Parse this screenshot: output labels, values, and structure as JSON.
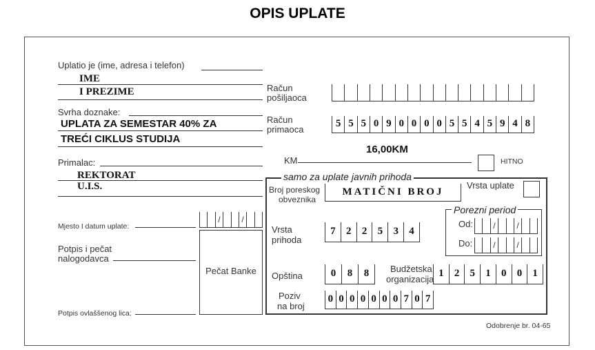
{
  "title": "OPIS UPLATE",
  "payer": {
    "label": "Uplatio je (ime, adresa i telefon)",
    "line1": "IME",
    "line2": "I PREZIME"
  },
  "purpose": {
    "label": "Svrha doznake:",
    "line1": "UPLATA ZA SEMESTAR 40% ZA",
    "line2": "TREĆI CIKLUS STUDIJA"
  },
  "recipient": {
    "label": "Primalac:",
    "line1": "REKTORAT",
    "line2": "U.I.S."
  },
  "place_date": {
    "label": "Mjesto I datum uplate:",
    "sep": [
      "/",
      "/"
    ]
  },
  "signature_payer": {
    "label_line1": "Potpis i pečat",
    "label_line2": "nalogodavca"
  },
  "bank_stamp": {
    "label": "Pečat Banke"
  },
  "signature_authorized": {
    "label": "Potpis ovlaššenog lica:"
  },
  "sender_account": {
    "label_line1": "Račun",
    "label_line2": "pošiljaoca",
    "digits": [
      "",
      "",
      "",
      "",
      "",
      "",
      "",
      "",
      "",
      "",
      "",
      "",
      "",
      "",
      "",
      ""
    ]
  },
  "recipient_account": {
    "label_line1": "Račun",
    "label_line2": "primaoca",
    "digits": [
      "5",
      "5",
      "5",
      "0",
      "9",
      "0",
      "0",
      "0",
      "0",
      "5",
      "5",
      "4",
      "5",
      "9",
      "4",
      "8"
    ]
  },
  "amount": {
    "label": "KM",
    "value": "16,00KM"
  },
  "urgent": {
    "label": "HITNO"
  },
  "public_revenue": {
    "legend": "samo za uplate javnih prihoda",
    "tax_payer_label_line1": "Broj poreskog",
    "tax_payer_label_line2": "obveznika",
    "tax_payer_value": "MATIČNI BROJ",
    "payment_type_label": "Vrsta uplate",
    "tax_period_legend": "Porezni period",
    "from_label": "Od:",
    "to_label": "Do:",
    "revenue_type_label_line1": "Vrsta",
    "revenue_type_label_line2": "prihoda",
    "revenue_type_digits": [
      "7",
      "2",
      "2",
      "5",
      "3",
      "4"
    ],
    "municipality_label": "Opština",
    "municipality_digits": [
      "0",
      "8",
      "8"
    ],
    "budget_org_label_line1": "Budžetska",
    "budget_org_label_line2": "organizacija",
    "budget_org_digits": [
      "1",
      "2",
      "5",
      "1",
      "0",
      "0",
      "1"
    ],
    "reference_label_line1": "Poziv",
    "reference_label_line2": "na broj",
    "reference_digits": [
      "0",
      "0",
      "0",
      "0",
      "0",
      "0",
      "0",
      "7",
      "0",
      "7"
    ]
  },
  "approval": "Odobrenje br. 04-65"
}
